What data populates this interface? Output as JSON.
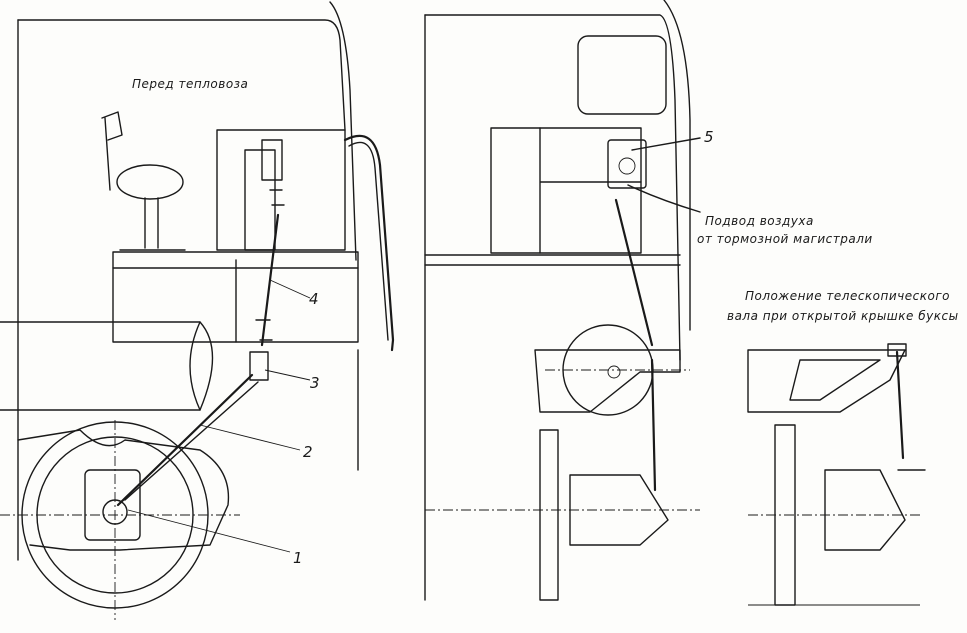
{
  "labels": {
    "front_of_locomotive": "Перед тепловоза",
    "air_supply_line1": "Подвод воздуха",
    "air_supply_line2": "от тормозной магистрали",
    "shaft_position_line1": "Положение телескопического",
    "shaft_position_line2": "вала при открытой крышке буксы"
  },
  "callouts": [
    "1",
    "2",
    "3",
    "4",
    "5"
  ]
}
